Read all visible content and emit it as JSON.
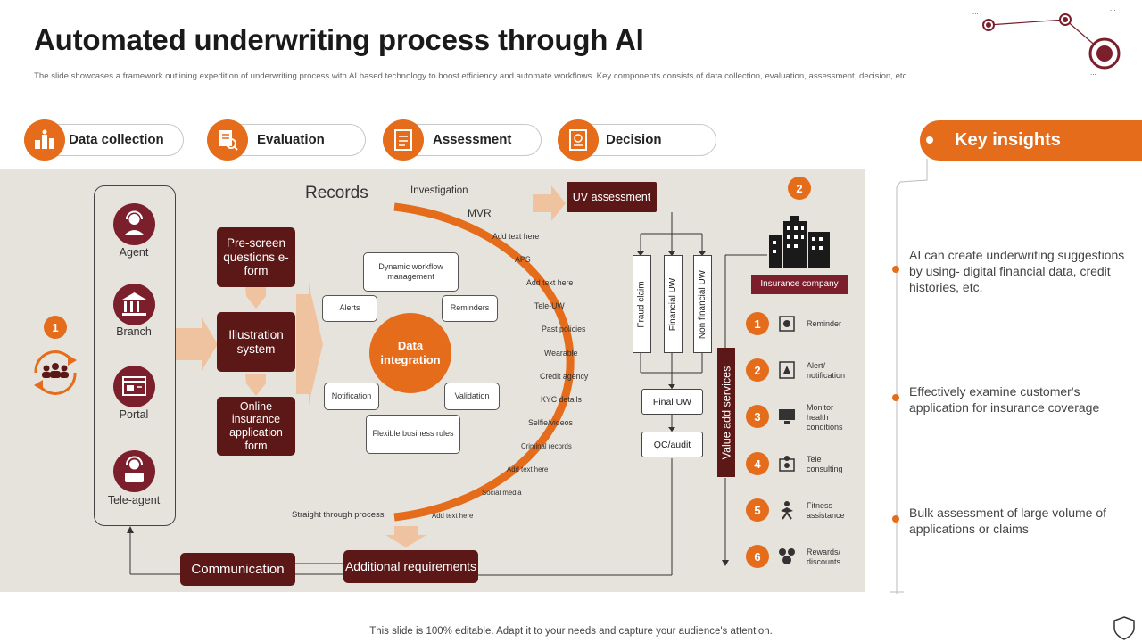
{
  "header": {
    "title": "Automated underwriting process through AI",
    "subtitle": "The slide showcases a framework outlining expedition of underwriting process with AI based technology to boost efficiency and automate workflows. Key components consists of data collection, evaluation, assessment, decision, etc."
  },
  "stages": [
    {
      "label": "Data collection",
      "icon": "data-collection-icon"
    },
    {
      "label": "Evaluation",
      "icon": "evaluation-icon"
    },
    {
      "label": "Assessment",
      "icon": "assessment-icon"
    },
    {
      "label": "Decision",
      "icon": "decision-icon"
    }
  ],
  "badges": {
    "one": "1",
    "two": "2"
  },
  "channels": [
    "Agent",
    "Branch",
    "Portal",
    "Tele-agent"
  ],
  "process": {
    "prescreen": "Pre-screen questions e-form",
    "illustration": "Illustration system",
    "online": "Online insurance application form",
    "communication": "Communication",
    "additional": "Additional requirements"
  },
  "records": {
    "title": "Records",
    "center": "Data integration",
    "satellites": [
      "Dynamic workflow management",
      "Alerts",
      "Reminders",
      "Notification",
      "Validation",
      "Flexible business rules"
    ],
    "arc_labels": {
      "investigation": "Investigation",
      "mvr": "MVR",
      "straight": "Straight through process"
    },
    "list": [
      "Add text here",
      "APS",
      "Add text here",
      "Tele-UW",
      "Past policies",
      "Wearable",
      "Credit agency",
      "KYC details",
      "Selfie/videos",
      "Criminal records",
      "Add text here",
      "Social media",
      "Add text here"
    ]
  },
  "decision": {
    "uv": "UV assessment",
    "branches": [
      "Fraud claim",
      "Financial UW",
      "Non financial UW"
    ],
    "final": "Final UW",
    "qc": "QC/audit",
    "value_add": "Value add services",
    "company": "Insurance company"
  },
  "services": [
    {
      "num": "1",
      "label": "Reminder",
      "icon": "reminder-icon"
    },
    {
      "num": "2",
      "label": "Alert/ notification",
      "icon": "alert-icon"
    },
    {
      "num": "3",
      "label": "Monitor health conditions",
      "icon": "monitor-icon"
    },
    {
      "num": "4",
      "label": "Tele consulting",
      "icon": "tele-consulting-icon"
    },
    {
      "num": "5",
      "label": "Fitness assistance",
      "icon": "fitness-icon"
    },
    {
      "num": "6",
      "label": "Rewards/ discounts",
      "icon": "rewards-icon"
    }
  ],
  "insights": {
    "title": "Key insights",
    "items": [
      "AI can create underwriting suggestions by using- digital financial data, credit histories, etc.",
      "Effectively examine customer's application for insurance coverage",
      "Bulk assessment of large volume of applications or claims"
    ]
  },
  "footer": "This slide is 100% editable. Adapt it to your needs and capture your audience's attention.",
  "colors": {
    "accent": "#e46c1b",
    "maroon": "#5c1717",
    "stage_bg": "#e6e3dd"
  }
}
